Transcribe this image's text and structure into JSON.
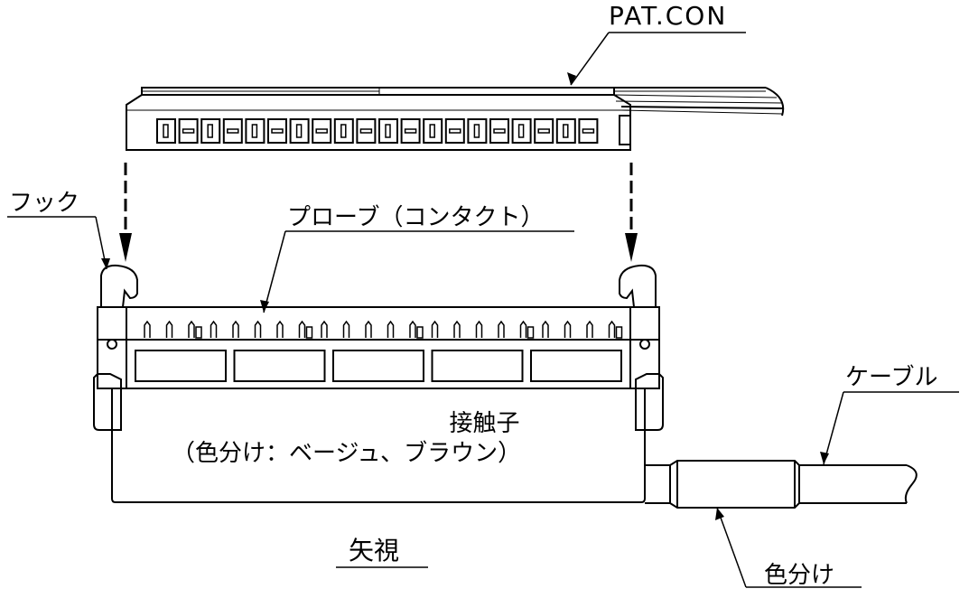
{
  "labels": {
    "pat_con": "PAT.CON",
    "hook": "フック",
    "probe": "プローブ（コンタクト）",
    "contact": "接触子",
    "contact_colour": "（色分け：ベージュ、ブラウン）",
    "cable": "ケーブル",
    "view": "矢視",
    "colour_coding": "色分け"
  },
  "counts": {
    "pat_con_slots": 20,
    "probe_pins": 22,
    "contact_windows": 5
  },
  "colors": {
    "line": "#000000",
    "background": "#ffffff"
  }
}
